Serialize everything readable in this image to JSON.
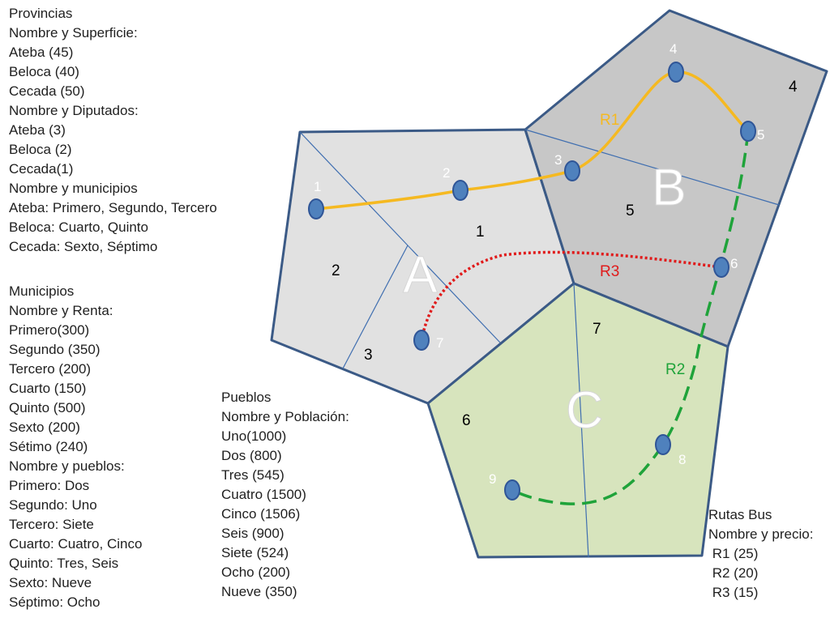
{
  "colors": {
    "province_a_fill": "#e1e1e1",
    "province_b_fill": "#c7c7c7",
    "province_c_fill": "#d7e4bd",
    "border": "#3b5a86",
    "inner_line": "#3f6eb0",
    "town_fill": "#4f81bd",
    "town_stroke": "#2f5597",
    "route_r1": "#f5b921",
    "route_r2": "#1fa33a",
    "route_r3": "#e01b1b",
    "town_label_on_map": "#ffffff"
  },
  "text_blocks": {
    "provincias": [
      "Provincias",
      "Nombre y Superficie:",
      "Ateba (45)",
      "Beloca (40)",
      "Cecada (50)",
      "Nombre y Diputados:",
      "Ateba (3)",
      "Beloca (2)",
      "Cecada(1)",
      "Nombre y municipios",
      "Ateba: Primero, Segundo, Tercero",
      "Beloca: Cuarto, Quinto",
      "Cecada: Sexto, Séptimo"
    ],
    "municipios": [
      "Municipios",
      "Nombre y Renta:",
      "Primero(300)",
      "Segundo (350)",
      "Tercero (200)",
      "Cuarto (150)",
      "Quinto (500)",
      "Sexto (200)",
      "Sétimo (240)",
      "Nombre y pueblos:",
      "Primero: Dos",
      "Segundo: Uno",
      "Tercero: Siete",
      "Cuarto: Cuatro, Cinco",
      "Quinto: Tres, Seis",
      "Sexto: Nueve",
      "Séptimo: Ocho"
    ],
    "pueblos": [
      "Pueblos",
      "Nombre y Población:",
      "Uno(1000)",
      "Dos (800)",
      "Tres (545)",
      "Cuatro (1500)",
      "Cinco (1506)",
      "Seis (900)",
      "Siete (524)",
      "Ocho (200)",
      "Nueve (350)"
    ],
    "rutas": [
      "Rutas Bus",
      "Nombre y precio:",
      " R1 (25)",
      " R2 (20)",
      " R3 (15)"
    ]
  },
  "map": {
    "provinces": {
      "a": "A",
      "b": "B",
      "c": "C"
    },
    "municipalities": {
      "m1": "1",
      "m2": "2",
      "m3": "3",
      "m4": "4",
      "m5": "5",
      "m6": "6",
      "m7": "7"
    },
    "towns": {
      "t1": "1",
      "t2": "2",
      "t3": "3",
      "t4": "4",
      "t5": "5",
      "t6": "6",
      "t7": "7",
      "t8": "8",
      "t9": "9"
    },
    "routes": {
      "r1": "R1",
      "r2": "R2",
      "r3": "R3"
    }
  }
}
